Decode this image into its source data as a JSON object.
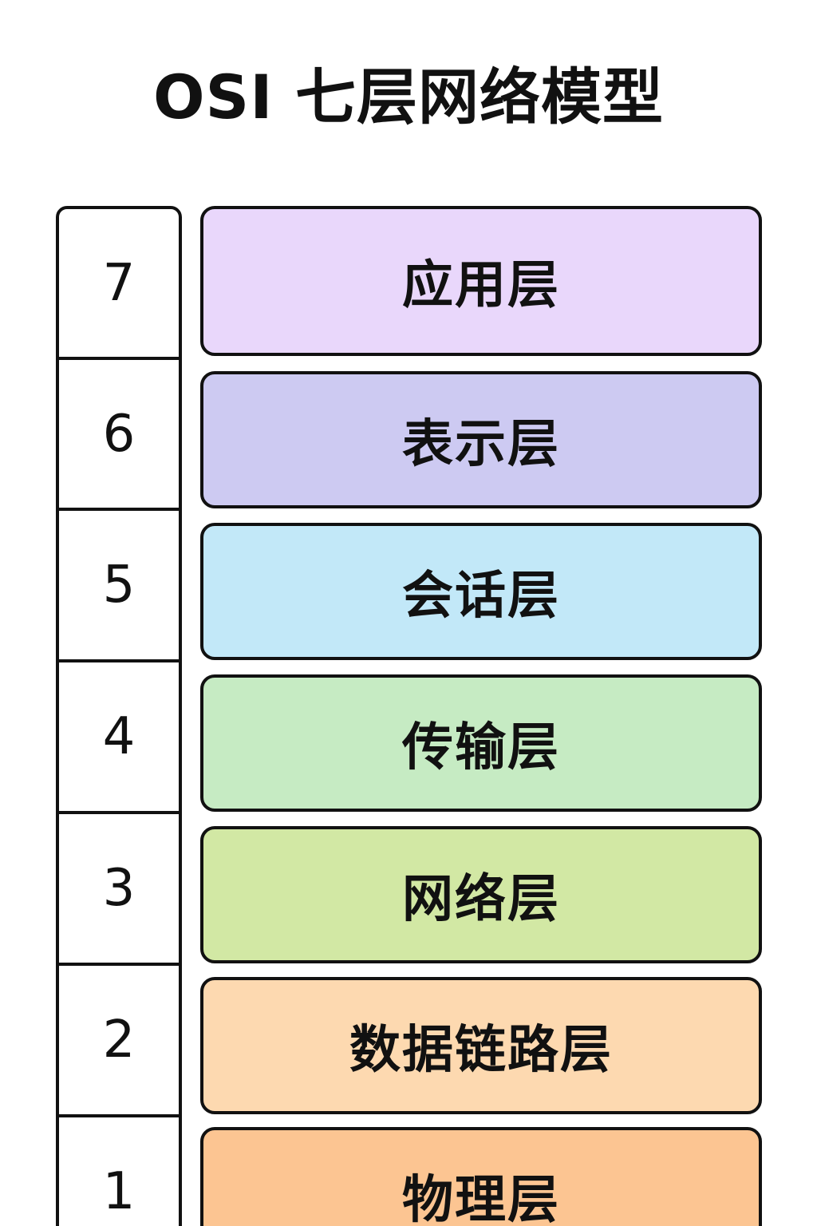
{
  "title": "OSI 七层网络模型",
  "layers": [
    {
      "number": "7",
      "name": "应用层",
      "color": "#e9d7fb"
    },
    {
      "number": "6",
      "name": "表示层",
      "color": "#cdcaf2"
    },
    {
      "number": "5",
      "name": "会话层",
      "color": "#c2e8f8"
    },
    {
      "number": "4",
      "name": "传输层",
      "color": "#c6ebc3"
    },
    {
      "number": "3",
      "name": "网络层",
      "color": "#d2e8a4"
    },
    {
      "number": "2",
      "name": "数据链路层",
      "color": "#fdd9b0"
    },
    {
      "number": "1",
      "name": "物理层",
      "color": "#fcc592"
    }
  ],
  "colors": {
    "outline": "#111111",
    "background": "#ffffff"
  }
}
